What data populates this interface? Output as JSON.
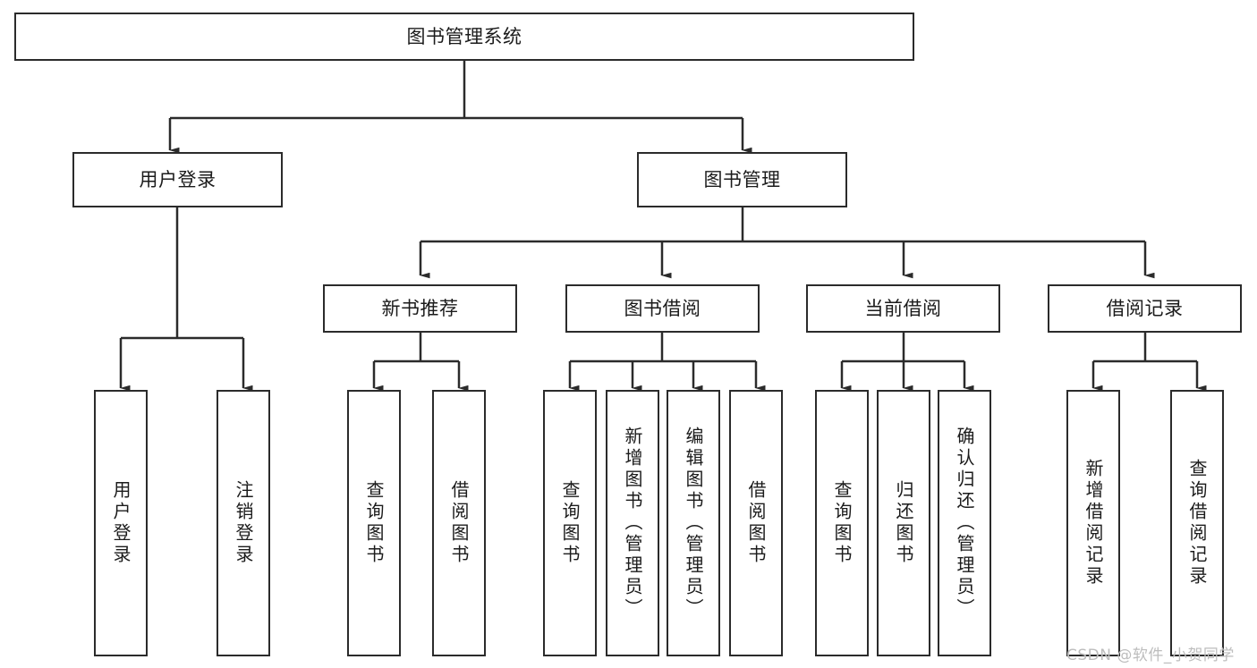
{
  "diagram": {
    "title": "图书管理系统",
    "type": "tree-hierarchy",
    "orientation": "top-down",
    "colors": {
      "box_border": "#2b2b2b",
      "box_fill": "#ffffff",
      "connector": "#2b2b2b",
      "text": "#1b1b1b",
      "watermark": "#bdbdbd"
    },
    "levels": 4
  },
  "root": {
    "label": "图书管理系统"
  },
  "level2": [
    {
      "label": "用户登录"
    },
    {
      "label": "图书管理"
    }
  ],
  "level3": [
    {
      "label": "新书推荐"
    },
    {
      "label": "图书借阅"
    },
    {
      "label": "当前借阅"
    },
    {
      "label": "借阅记录"
    }
  ],
  "leaves": {
    "user_login": [
      {
        "label": "用户登录"
      },
      {
        "label": "注销登录"
      }
    ],
    "new_book_recommend": [
      {
        "label": "查询图书"
      },
      {
        "label": "借阅图书"
      }
    ],
    "book_borrow": [
      {
        "label": "查询图书"
      },
      {
        "label": "新增图书（管理员）"
      },
      {
        "label": "编辑图书（管理员）"
      },
      {
        "label": "借阅图书"
      }
    ],
    "current_borrow": [
      {
        "label": "查询图书"
      },
      {
        "label": "归还图书"
      },
      {
        "label": "确认归还（管理员）"
      }
    ],
    "borrow_record": [
      {
        "label": "新增借阅记录"
      },
      {
        "label": "查询借阅记录"
      }
    ]
  },
  "watermark": {
    "text": "CSDN @软件_小贺同学"
  }
}
